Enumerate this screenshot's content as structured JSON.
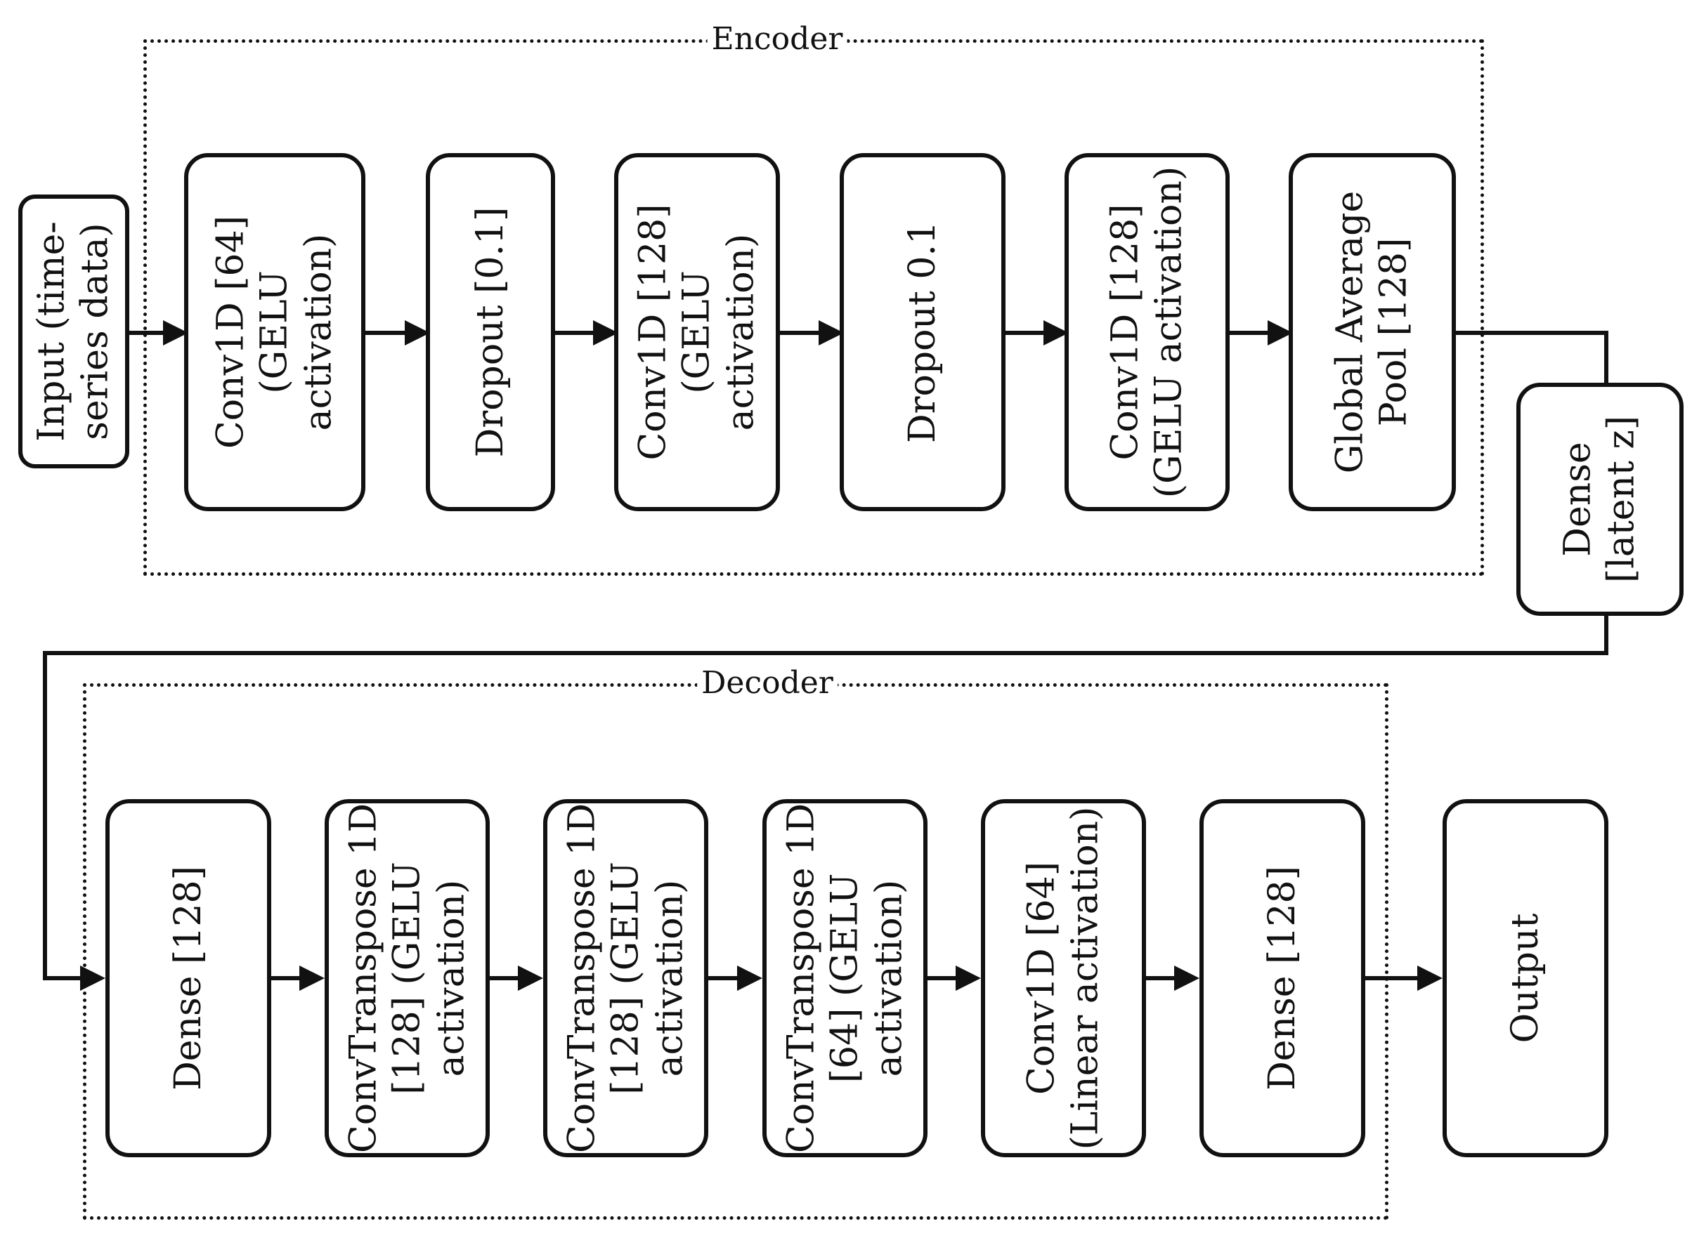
{
  "groups": {
    "encoder": "Encoder",
    "decoder": "Decoder"
  },
  "nodes": {
    "input": "Input (time-\nseries data)",
    "enc_conv1": "Conv1D [64]\n(GELU\nactivation)",
    "enc_dropout1": "Dropout [0.1]",
    "enc_conv2": "Conv1D [128]\n(GELU\nactivation)",
    "enc_dropout2": "Dropout 0.1",
    "enc_conv3": "Conv1D [128]\n(GELU activation)",
    "enc_pool": "Global Average\nPool [128]",
    "latent": "Dense\n[latent z]",
    "dec_dense1": "Dense [128]",
    "dec_convt1": "ConvTranspose 1D\n[128] (GELU\nactivation)",
    "dec_convt2": "ConvTranspose 1D\n[128] (GELU\nactivation)",
    "dec_convt3": "ConvTranspose 1D\n[64] (GELU\nactivation)",
    "dec_conv": "Conv1D [64]\n(Linear activation)",
    "dec_dense2": "Dense [128]",
    "output": "Output"
  }
}
